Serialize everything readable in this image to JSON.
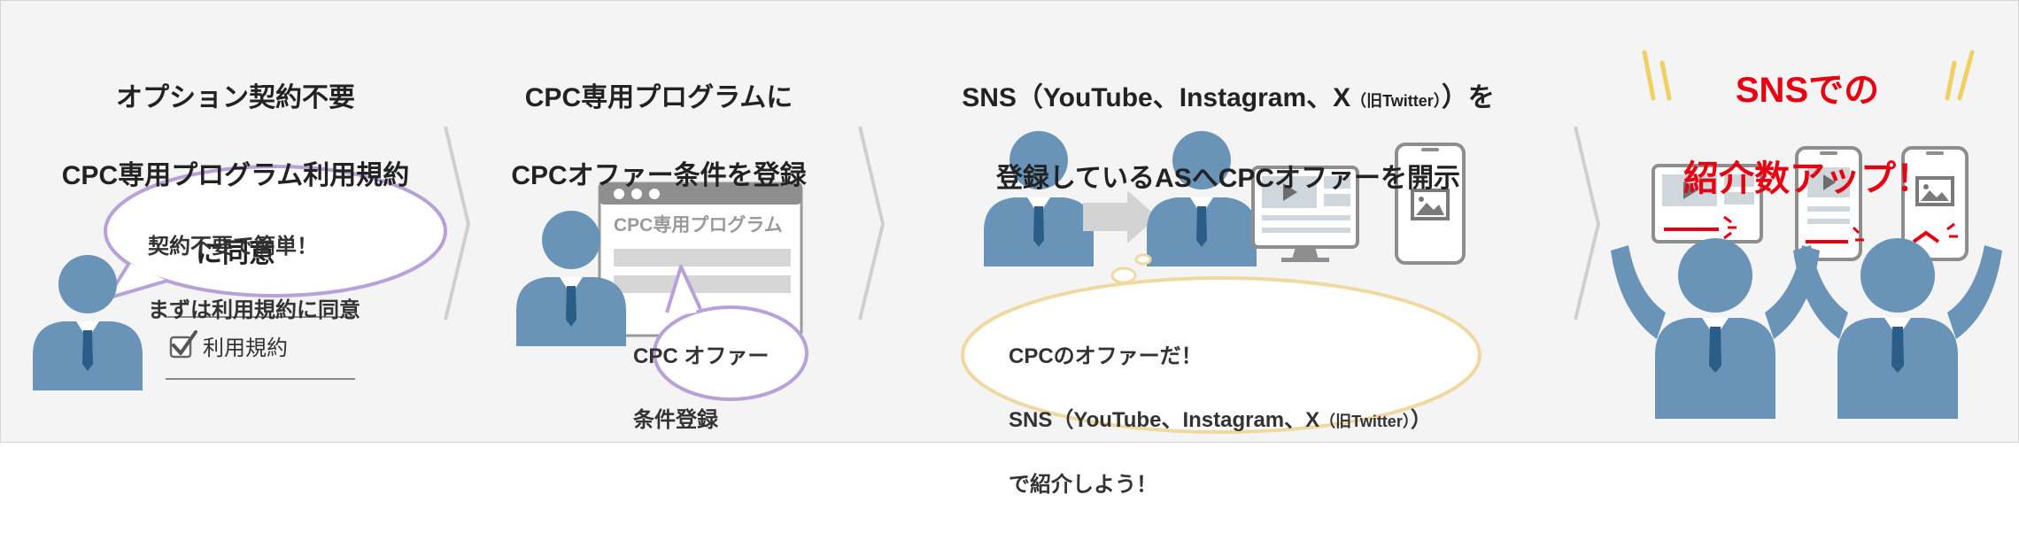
{
  "steps": [
    {
      "heading_lines": [
        "オプション契約不要",
        "CPC専用プログラム利用規約",
        "に同意"
      ],
      "bubble_lines": [
        "契約不要で簡単！",
        "まずは利用規約に同意"
      ],
      "checkbox_label": "利用規約"
    },
    {
      "heading_lines": [
        "CPC専用プログラムに",
        "CPCオファー条件を登録"
      ],
      "window_title": "CPC専用プログラム",
      "bubble_lines": [
        "CPC オファー",
        "条件登録"
      ]
    },
    {
      "heading_line1_a": "SNS（YouTube、Instagram、X",
      "heading_line1_small": "（旧Twitter）",
      "heading_line1_b": "）を",
      "heading_line2": "登録しているASへCPCオファーを開示",
      "bubble_line1": "CPCのオファーだ！",
      "bubble_line2_a": "SNS（YouTube、Instagram、X",
      "bubble_line2_small": "（旧Twitter）",
      "bubble_line2_b": "）",
      "bubble_line3": "で紹介しよう！"
    },
    {
      "headline_lines": [
        "SNSでの",
        "紹介数アップ！"
      ]
    }
  ],
  "colors": {
    "person": "#6a93b8",
    "tie": "#2a5d87",
    "bubble_purple": "#b8a0d8",
    "bubble_yellow": "#f0d9a0",
    "device": "#8e8e8e",
    "accent_red": "#e60012",
    "highlight_yellow": "#f0d060"
  }
}
